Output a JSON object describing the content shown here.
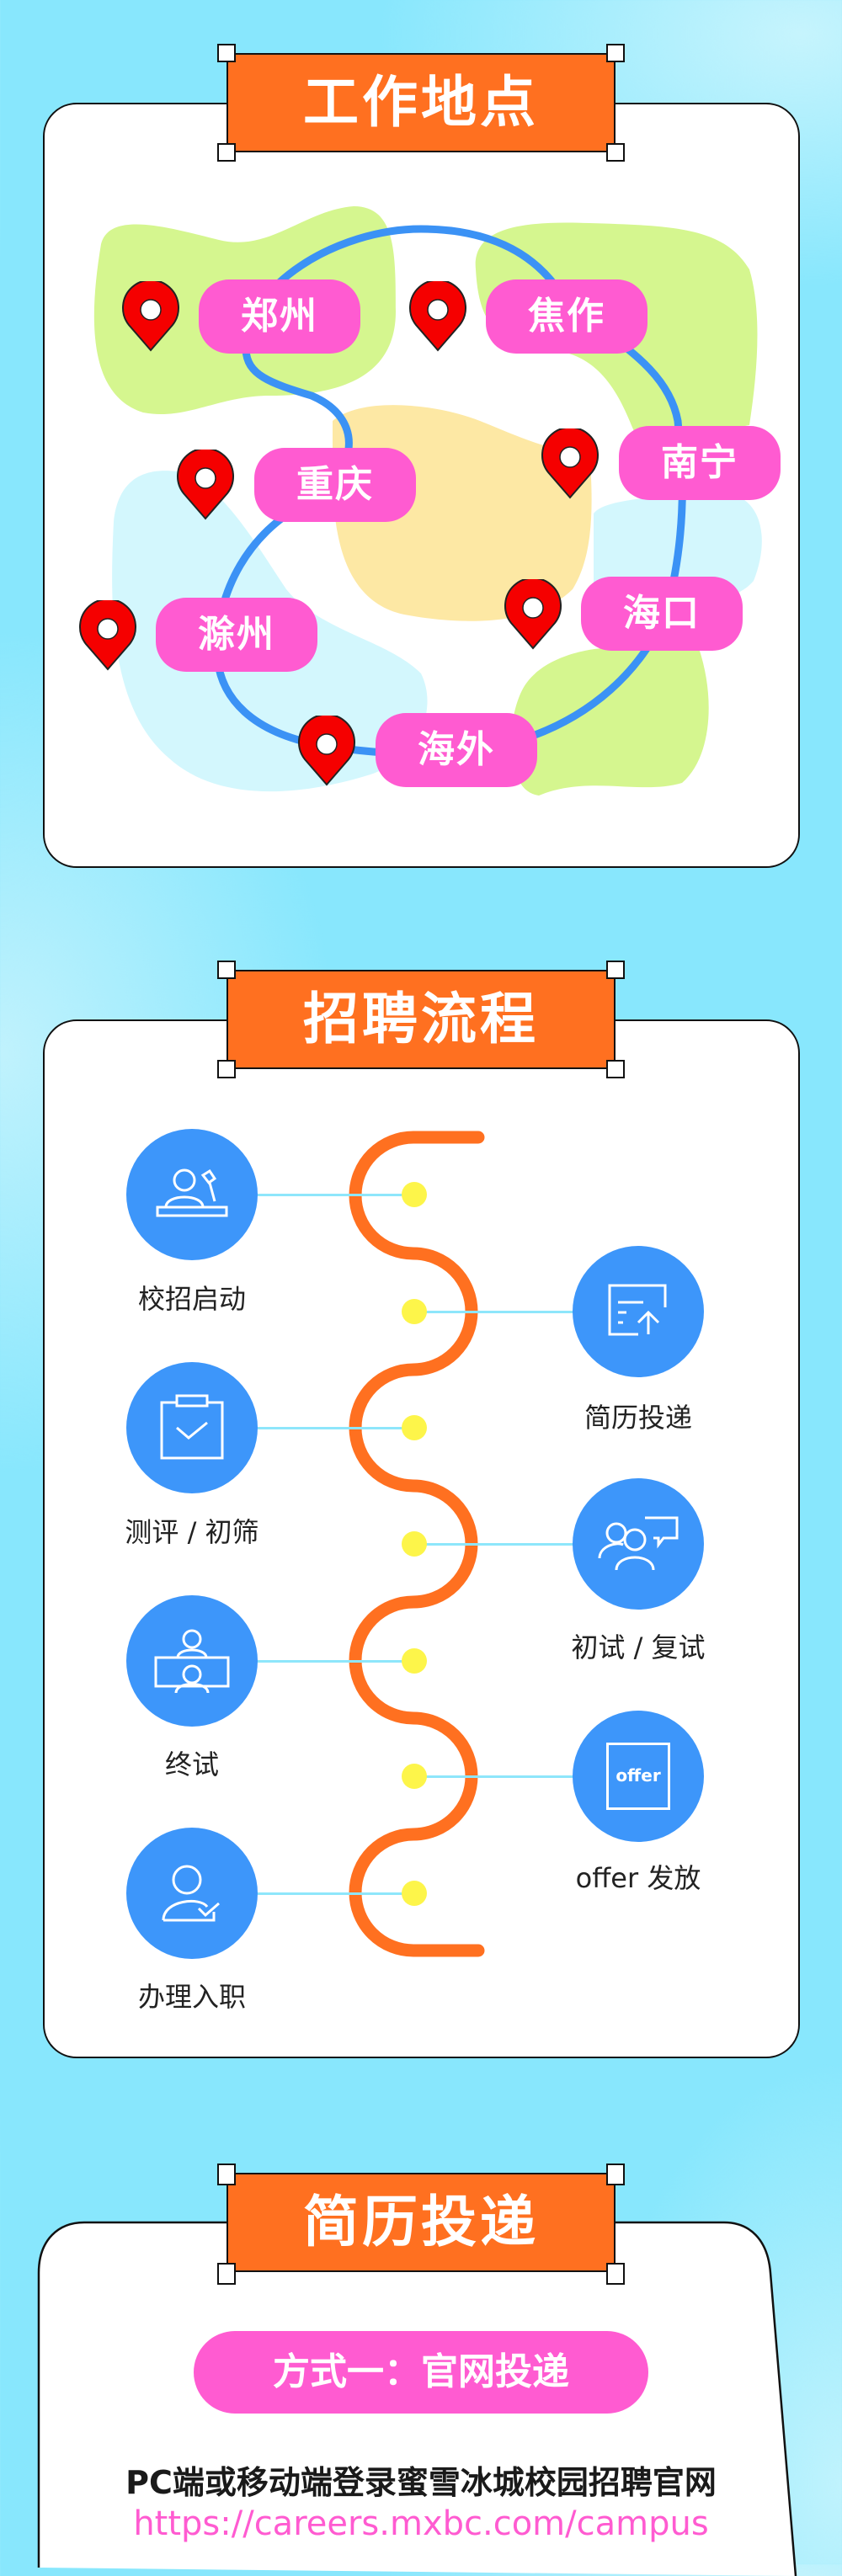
{
  "sections": {
    "locations": {
      "title": "工作地点",
      "cities": [
        "郑州",
        "焦作",
        "南宁",
        "重庆",
        "海口",
        "滁州",
        "海外"
      ]
    },
    "process": {
      "title": "招聘流程",
      "steps": [
        {
          "label": "校招启动",
          "icon": "presenter-icon"
        },
        {
          "label": "简历投递",
          "icon": "resume-upload-icon"
        },
        {
          "label": "测评 / 初筛",
          "icon": "clipboard-check-icon"
        },
        {
          "label": "初试 / 复试",
          "icon": "interview-chat-icon"
        },
        {
          "label": "终试",
          "icon": "video-interview-icon"
        },
        {
          "label": "offer 发放",
          "icon": "offer-document-icon",
          "icon_text": "offer"
        },
        {
          "label": "办理入职",
          "icon": "user-check-icon"
        }
      ]
    },
    "apply": {
      "title": "简历投递",
      "method": "方式一：官网投递",
      "instruction": "PC端或移动端登录蜜雪冰城校园招聘官网",
      "url": "https://careers.mxbc.com/campus"
    }
  },
  "colors": {
    "orange": "#ff7020",
    "pink": "#ff5bd1",
    "blue": "#3d96fa",
    "route": "#3b92f5"
  }
}
